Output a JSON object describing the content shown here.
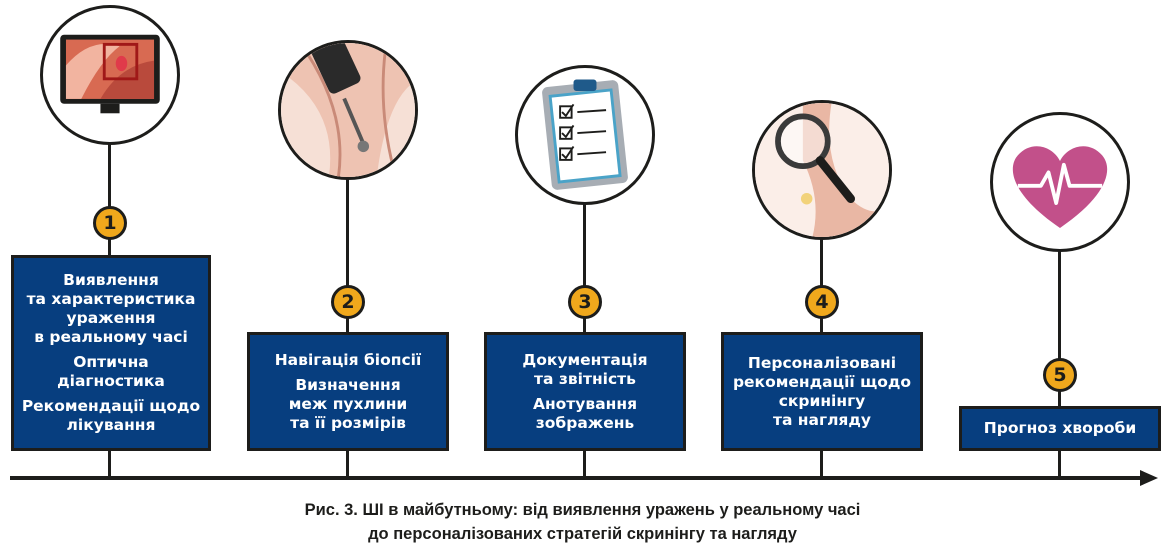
{
  "colors": {
    "box": "#073e7f",
    "badge": "#f0a81c",
    "line": "#1d1d1b",
    "heart": "#c2508a"
  },
  "steps": [
    {
      "number": "1",
      "icon": "monitor-endoscopy-icon",
      "paragraphs": [
        "Виявлення\nта характеристика\nураження\nв реальному часі",
        "Оптична\nдіагностика",
        "Рекомендації щодо\nлікування"
      ]
    },
    {
      "number": "2",
      "icon": "biopsy-instrument-icon",
      "paragraphs": [
        "Навігація біопсії",
        "Визначення\nмеж пухлини\nта її розмірів"
      ]
    },
    {
      "number": "3",
      "icon": "clipboard-checklist-icon",
      "paragraphs": [
        "Документація\nта звітність",
        "Анотування\nзображень"
      ]
    },
    {
      "number": "4",
      "icon": "magnifier-icon",
      "paragraphs": [
        "Персоналізовані\nрекомендації щодо\nскринінгу\nта нагляду"
      ]
    },
    {
      "number": "5",
      "icon": "heart-pulse-icon",
      "paragraphs": [
        "Прогноз хвороби"
      ]
    }
  ],
  "caption": {
    "line1": "Рис. 3. ШІ в майбутньому: від виявлення уражень у реальному часі",
    "line2": "до персоналізованих стратегій скринінгу та нагляду"
  }
}
